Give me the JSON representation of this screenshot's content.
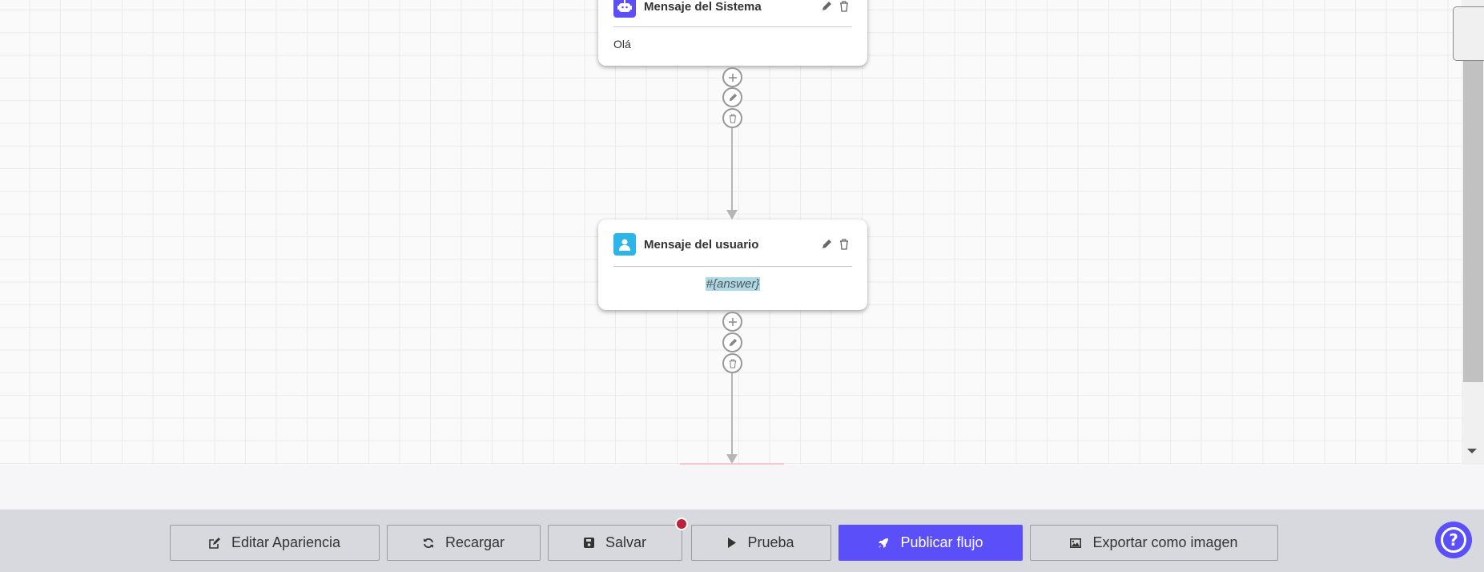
{
  "nodes": [
    {
      "type": "system",
      "title": "Mensaje del Sistema",
      "content": "Olá",
      "icon": "robot-icon",
      "color": "#5b4ff9"
    },
    {
      "type": "user",
      "title": "Mensaje del usuario",
      "content": "#{answer}",
      "icon": "user-icon",
      "color": "#2bb5e8"
    }
  ],
  "toolbar": {
    "edit_appearance": "Editar Apariencia",
    "reload": "Recargar",
    "save": "Salvar",
    "test": "Prueba",
    "publish": "Publicar flujo",
    "export": "Exportar como imagen"
  },
  "colors": {
    "accent": "#5b4ff9",
    "unsaved_dot": "#c0213a"
  }
}
